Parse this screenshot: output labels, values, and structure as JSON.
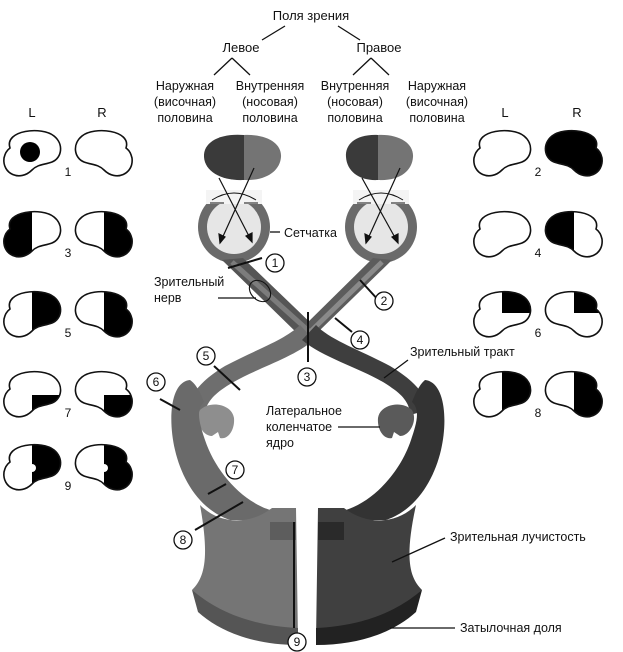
{
  "title": "Поля зрения",
  "fields": {
    "left": {
      "label": "Левое",
      "outer": [
        "Наружная",
        "(височная)",
        "половина"
      ],
      "inner": [
        "Внутренняя",
        "(носовая)",
        "половина"
      ]
    },
    "right": {
      "label": "Правое",
      "inner": [
        "Внутренняя",
        "(носовая)",
        "половина"
      ],
      "outer": [
        "Наружная",
        "(височная)",
        "половина"
      ]
    }
  },
  "eye_labels": {
    "left": "L",
    "right": "R"
  },
  "anatomy_labels": {
    "retina": "Сетчатка",
    "optic_nerve": [
      "Зрительный",
      "нерв"
    ],
    "optic_tract": "Зрительный тракт",
    "lgn": [
      "Латеральное",
      "коленчатое",
      "ядро"
    ],
    "optic_radiation": "Зрительная лучистость",
    "occipital_lobe": "Затылочная доля"
  },
  "lesion_markers": [
    "1",
    "2",
    "3",
    "4",
    "5",
    "6",
    "7",
    "8",
    "9"
  ],
  "visual_field_defects": [
    {
      "id": "1",
      "side": "left-column",
      "L": "central scotoma",
      "R": "normal"
    },
    {
      "id": "2",
      "side": "right-column",
      "L": "normal",
      "R": "complete blindness"
    },
    {
      "id": "3",
      "side": "left-column",
      "L": "temporal half lost",
      "R": "temporal half lost"
    },
    {
      "id": "4",
      "side": "right-column",
      "L": "normal",
      "R": "nasal half lost"
    },
    {
      "id": "5",
      "side": "left-column",
      "L": "right half lost",
      "R": "right half lost"
    },
    {
      "id": "6",
      "side": "right-column",
      "L": "upper-right quadrant lost",
      "R": "upper-right quadrant lost"
    },
    {
      "id": "7",
      "side": "left-column",
      "L": "lower-right quadrant lost",
      "R": "lower-right quadrant lost"
    },
    {
      "id": "8",
      "side": "right-column",
      "L": "right half lost",
      "R": "right half lost"
    },
    {
      "id": "9",
      "side": "left-column",
      "L": "right half lost, macular sparing",
      "R": "right half lost, macular sparing"
    }
  ],
  "colors": {
    "ink": "#111111",
    "dark_gray": "#3a3a3a",
    "mid_gray": "#6a6a6a",
    "light_gray": "#8e8e8e",
    "retina_fill": "#e8e8e8"
  }
}
